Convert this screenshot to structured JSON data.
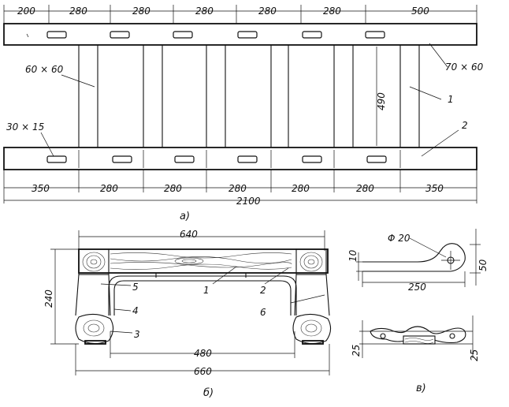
{
  "view_a": {
    "caption": "а)",
    "top_dims": [
      "200",
      "280",
      "280",
      "280",
      "280",
      "280",
      "500"
    ],
    "bottom_dims": [
      "350",
      "280",
      "280",
      "280",
      "280",
      "280",
      "350"
    ],
    "total": "2100",
    "height": "490",
    "top_bar_size": "70 × 60",
    "post_size": "60 × 60",
    "slot_size": "30 × 15",
    "part_1": "1",
    "part_2": "2"
  },
  "view_b": {
    "caption": "б)",
    "width_top": "640",
    "width_bottom": "660",
    "inner_width": "480",
    "height": "240",
    "labels": [
      "1",
      "2",
      "3",
      "4",
      "5",
      "6"
    ]
  },
  "view_c": {
    "caption": "в)",
    "diameter": "Φ 20",
    "thickness": "10",
    "length": "250",
    "height": "50",
    "dim_left": "25",
    "dim_right": "25"
  }
}
